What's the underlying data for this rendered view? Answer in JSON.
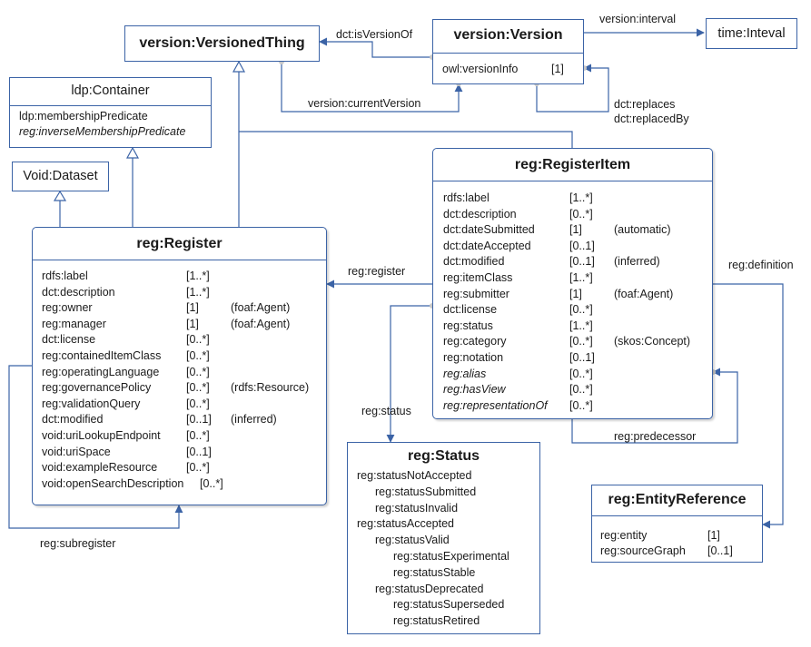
{
  "classes": {
    "versioned_thing": {
      "title": "version:VersionedThing"
    },
    "version": {
      "title": "version:Version",
      "attr_name": "owl:versionInfo",
      "attr_mult": "[1]"
    },
    "time_interval": {
      "title": "time:Inteval"
    },
    "ldp_container": {
      "title": "ldp:Container",
      "attr1": "ldp:membershipPredicate",
      "attr2": "reg:inverseMembershipPredicate"
    },
    "void_dataset": {
      "title": "Void:Dataset"
    },
    "register": {
      "title": "reg:Register",
      "attrs": [
        {
          "name": "rdfs:label",
          "mult": "[1..*]",
          "note": ""
        },
        {
          "name": "dct:description",
          "mult": "[1..*]",
          "note": ""
        },
        {
          "name": "reg:owner",
          "mult": "[1]",
          "note": "(foaf:Agent)"
        },
        {
          "name": "reg:manager",
          "mult": "[1]",
          "note": "(foaf:Agent)"
        },
        {
          "name": "dct:license",
          "mult": "[0..*]",
          "note": ""
        },
        {
          "name": "reg:containedItemClass",
          "mult": "[0..*]",
          "note": ""
        },
        {
          "name": "reg:operatingLanguage",
          "mult": "[0..*]",
          "note": ""
        },
        {
          "name": "reg:governancePolicy",
          "mult": "[0..*]",
          "note": "(rdfs:Resource)"
        },
        {
          "name": "reg:validationQuery",
          "mult": "[0..*]",
          "note": ""
        },
        {
          "name": "dct:modified",
          "mult": "[0..1]",
          "note": "(inferred)"
        },
        {
          "name": "void:uriLookupEndpoint",
          "mult": "[0..*]",
          "note": ""
        },
        {
          "name": "void:uriSpace",
          "mult": "[0..1]",
          "note": ""
        },
        {
          "name": "void:exampleResource",
          "mult": "[0..*]",
          "note": ""
        },
        {
          "name": "void:openSearchDescription",
          "mult": "[0..*]",
          "note": ""
        }
      ]
    },
    "register_item": {
      "title": "reg:RegisterItem",
      "attrs": [
        {
          "name": "rdfs:label",
          "mult": "[1..*]",
          "note": ""
        },
        {
          "name": "dct:description",
          "mult": "[0..*]",
          "note": ""
        },
        {
          "name": "dct:dateSubmitted",
          "mult": "[1]",
          "note": "(automatic)"
        },
        {
          "name": "dct:dateAccepted",
          "mult": "[0..1]",
          "note": ""
        },
        {
          "name": "dct:modified",
          "mult": "[0..1]",
          "note": "(inferred)"
        },
        {
          "name": "reg:itemClass",
          "mult": "[1..*]",
          "note": ""
        },
        {
          "name": "reg:submitter",
          "mult": "[1]",
          "note": "(foaf:Agent)"
        },
        {
          "name": "dct:license",
          "mult": "[0..*]",
          "note": ""
        },
        {
          "name": "reg:status",
          "mult": "[1..*]",
          "note": ""
        },
        {
          "name": "reg:category",
          "mult": "[0..*]",
          "note": "(skos:Concept)"
        },
        {
          "name": "reg:notation",
          "mult": "[0..1]",
          "note": ""
        },
        {
          "name": "reg:alias",
          "mult": "[0..*]",
          "note": ""
        },
        {
          "name": "reg:hasView",
          "mult": "[0..*]",
          "note": ""
        },
        {
          "name": "reg:representationOf",
          "mult": "[0..*]",
          "note": ""
        }
      ]
    },
    "status": {
      "title": "reg:Status",
      "values": [
        "reg:statusNotAccepted",
        "reg:statusSubmitted",
        "reg:statusInvalid",
        "reg:statusAccepted",
        "reg:statusValid",
        "reg:statusExperimental",
        "reg:statusStable",
        "reg:statusDeprecated",
        "reg:statusSuperseded",
        "reg:statusRetired"
      ]
    },
    "entity_reference": {
      "title": "reg:EntityReference",
      "attrs": [
        {
          "name": "reg:entity",
          "mult": "[1]"
        },
        {
          "name": "reg:sourceGraph",
          "mult": "[0..1]"
        }
      ]
    }
  },
  "relations": {
    "is_version_of": "dct:isVersionOf",
    "version_interval": "version:interval",
    "current_version": "version:currentVersion",
    "replaces": "dct:replaces",
    "replaced_by": "dct:replacedBy",
    "register": "reg:register",
    "definition": "reg:definition",
    "status": "reg:status",
    "predecessor": "reg:predecessor",
    "subregister": "reg:subregister"
  },
  "colors": {
    "line": "#3b63a6",
    "connector_dot": "#c8c8c8"
  }
}
